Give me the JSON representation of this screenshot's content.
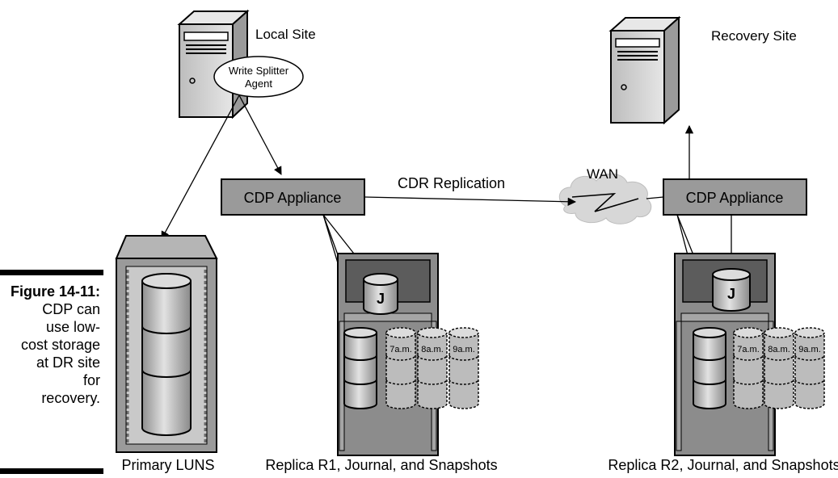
{
  "figure": {
    "label": "Figure 14-11:",
    "caption_lines": [
      "CDP can",
      "use low-",
      "cost storage",
      "at DR site",
      "for",
      "recovery."
    ]
  },
  "local_site": {
    "title": "Local Site",
    "agent_line1": "Write Splitter",
    "agent_line2": "Agent"
  },
  "recovery_site": {
    "title": "Recovery Site"
  },
  "appliances": {
    "left": "CDP Appliance",
    "right": "CDP Appliance"
  },
  "link": {
    "replication": "CDR Replication",
    "wan": "WAN"
  },
  "storage": {
    "primary": "Primary LUNS",
    "replica_r1": "Replica R1, Journal, and Snapshots",
    "replica_r2": "Replica R2, Journal, and Snapshots",
    "journal": "J",
    "snapshots": [
      "7a.m.",
      "8a.m.",
      "9a.m."
    ]
  },
  "colors": {
    "box_fill": "#9a9a9a",
    "cabinet": "#8c8c8c",
    "cylinder": "#c6c6c6",
    "wan_cloud": "#d7d7d7"
  }
}
